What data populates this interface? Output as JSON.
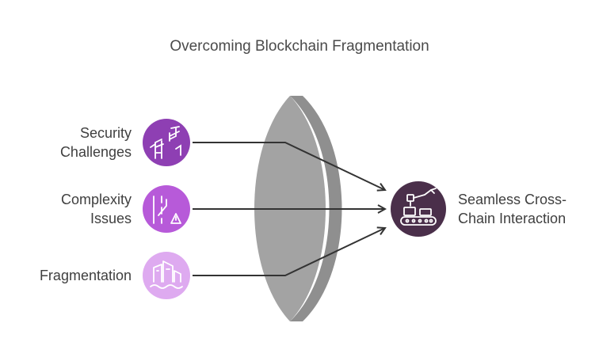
{
  "title": "Overcoming Blockchain Fragmentation",
  "inputs": [
    {
      "label_line1": "Security",
      "label_line2": "Challenges",
      "icon": "broken-bridge-icon",
      "color": "#8e3fb3"
    },
    {
      "label_line1": "Complexity",
      "label_line2": "Issues",
      "icon": "road-warning-icon",
      "color": "#b75ad9"
    },
    {
      "label_line1": "Fragmentation",
      "label_line2": "",
      "icon": "fragmented-city-icon",
      "color": "#deaaf0"
    }
  ],
  "output": {
    "label_line1": "Seamless Cross-",
    "label_line2": "Chain Interaction",
    "icon": "robot-conveyor-icon",
    "color": "#4a2f4a"
  },
  "lens_color": "#a3a3a3"
}
